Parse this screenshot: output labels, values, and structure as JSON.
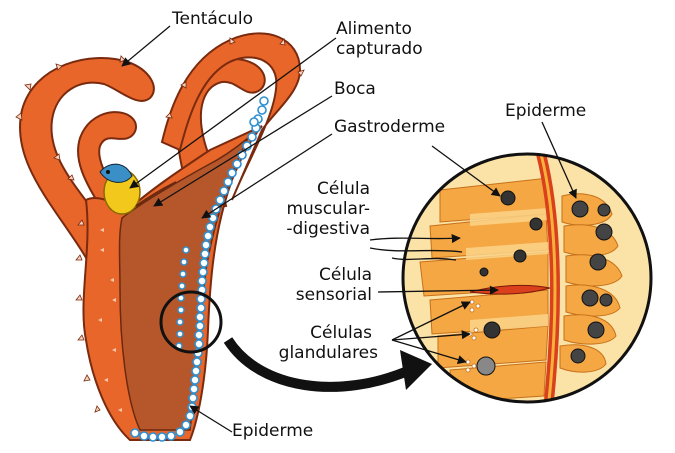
{
  "labels": {
    "tentacle": "Tentáculo",
    "food_l1": "Alimento",
    "food_l2": "capturado",
    "mouth": "Boca",
    "gastroderm": "Gastroderme",
    "epiderm_top": "Epiderme",
    "muscle_l1": "Célula",
    "muscle_l2": "muscular-",
    "muscle_l3": "-digestiva",
    "sensory_l1": "Célula",
    "sensory_l2": "sensorial",
    "gland_l1": "Células",
    "gland_l2": "glandulares",
    "epiderm_bottom": "Epiderme"
  },
  "colors": {
    "body_orange": "#e8662a",
    "gastroderm_brown": "#b5572b",
    "epidermis_blue": "#2f8fd0",
    "zoom_bg": "#fbe2a6",
    "cell_orange": "#f4a742",
    "mesoglea_red": "#d9401b",
    "nucleus_dark": "#333333",
    "arrow_black": "#111111"
  }
}
